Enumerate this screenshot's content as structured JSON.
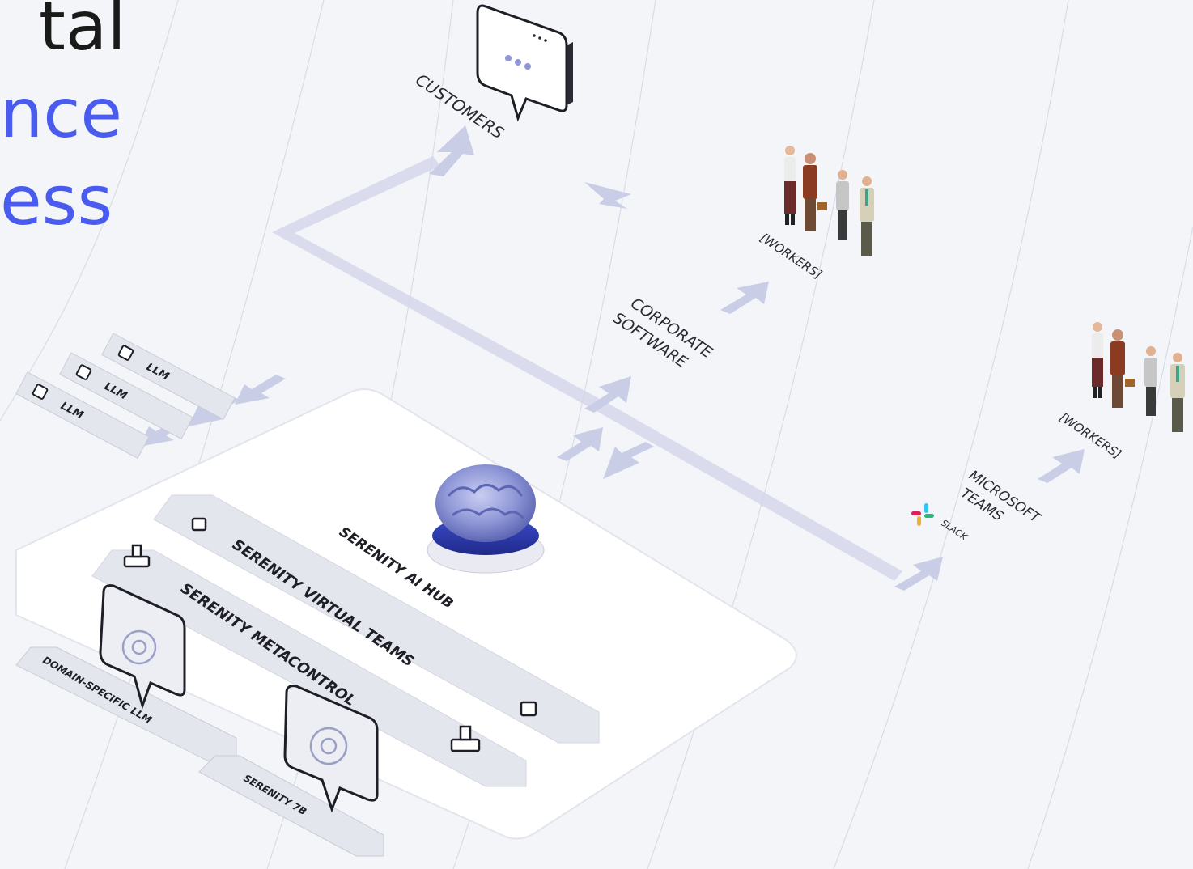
{
  "title": {
    "line1": "tal",
    "line2": "nce",
    "line3": "ess"
  },
  "colors": {
    "background": "#f3f5f9",
    "title_dark": "#1a1a1a",
    "title_accent": "#4a5cf0",
    "arrow": "#c9cde6",
    "platform": "#ffffff",
    "bar": "#e4e6ee",
    "brain": "#8e96d6"
  },
  "nodes": {
    "customers": "CUSTOMERS",
    "corporate_software_line1": "CORPORATE",
    "corporate_software_line2": "SOFTWARE",
    "workers_1": "[WORKERS]",
    "workers_2": "[WORKERS]",
    "microsoft_teams_line1": "MICROSOFT",
    "microsoft_teams_line2": "TEAMS",
    "slack": "SLACK"
  },
  "llm_stack": [
    "LLM",
    "LLM",
    "LLM"
  ],
  "hub": {
    "ai_hub": "SERENITY AI HUB",
    "virtual_teams": "SERENITY VIRTUAL TEAMS",
    "metacontrol": "SERENITY METACONTROL"
  },
  "models": {
    "domain_specific": "DOMAIN-SPECIFIC LLM",
    "serenity_7b": "SERENITY 7B"
  },
  "icons": [
    "chat-bubble-icon",
    "workers-icon",
    "cube-icon",
    "joystick-icon",
    "gear-icon",
    "brain-icon",
    "slack-icon",
    "arrow-icon"
  ]
}
